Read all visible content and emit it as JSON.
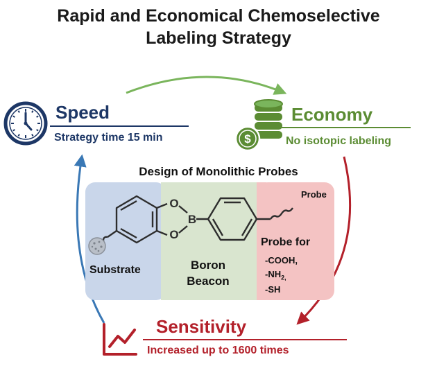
{
  "title": {
    "line1": "Rapid and Economical Chemoselective",
    "line2": "Labeling Strategy"
  },
  "speed": {
    "heading": "Speed",
    "detail": "Strategy time 15 min",
    "color": "#1d3766",
    "icon": "clock-icon"
  },
  "economy": {
    "heading": "Economy",
    "detail": "No isotopic labeling",
    "color": "#5b8c33",
    "icon": "coins-dollar-icon"
  },
  "sensitivity": {
    "heading": "Sensitivity",
    "detail": "Increased up to 1600 times",
    "color": "#b3202a",
    "icon": "line-chart-icon"
  },
  "design": {
    "heading": "Design of Monolithic Probes",
    "substrate_label": "Substrate",
    "boron_label_1": "Boron",
    "boron_label_2": "Beacon",
    "probe_tag": "Probe",
    "probe_for_label": "Probe for",
    "group_cooh": "-COOH,",
    "group_nh2_prefix": "-NH",
    "group_nh2_sub": "2,",
    "group_sh": "-SH",
    "atom_o_top": "O",
    "atom_o_bottom": "O",
    "atom_b": "B",
    "colors": {
      "substrate_panel": "#c9d6ea",
      "boron_panel": "#d9e5cf",
      "probe_panel": "#f4c3c3"
    }
  },
  "arrows": {
    "top_arc_color": "#7ab55c",
    "right_arc_color": "#b3202a",
    "left_arc_color": "#3a78b5"
  }
}
